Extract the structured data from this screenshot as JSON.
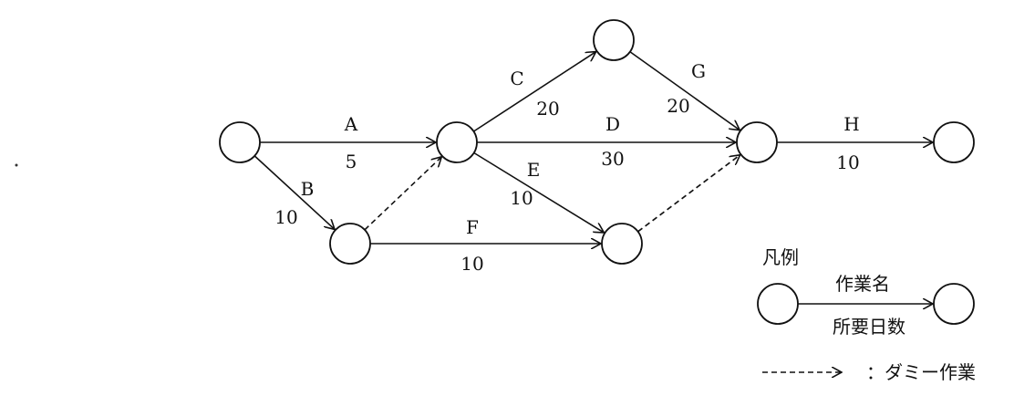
{
  "network": {
    "nodes": [
      {
        "id": "n1",
        "name": "start-node"
      },
      {
        "id": "n2",
        "name": "node-after-a"
      },
      {
        "id": "n3",
        "name": "node-after-b"
      },
      {
        "id": "n4",
        "name": "node-after-c"
      },
      {
        "id": "n5",
        "name": "node-merge"
      },
      {
        "id": "n6",
        "name": "node-after-ef"
      },
      {
        "id": "n7",
        "name": "end-node"
      }
    ],
    "activities": [
      {
        "id": "A",
        "name": "A",
        "days": "5",
        "from": "n1",
        "to": "n2"
      },
      {
        "id": "B",
        "name": "B",
        "days": "10",
        "from": "n1",
        "to": "n3"
      },
      {
        "id": "C",
        "name": "C",
        "days": "20",
        "from": "n2",
        "to": "n4"
      },
      {
        "id": "D",
        "name": "D",
        "days": "30",
        "from": "n2",
        "to": "n5"
      },
      {
        "id": "E",
        "name": "E",
        "days": "10",
        "from": "n2",
        "to": "n6"
      },
      {
        "id": "F",
        "name": "F",
        "days": "10",
        "from": "n3",
        "to": "n6"
      },
      {
        "id": "G",
        "name": "G",
        "days": "20",
        "from": "n4",
        "to": "n5"
      },
      {
        "id": "H",
        "name": "H",
        "days": "10",
        "from": "n5",
        "to": "n7"
      }
    ],
    "dummies": [
      {
        "from": "n3",
        "to": "n2"
      },
      {
        "from": "n6",
        "to": "n5"
      }
    ]
  },
  "legend": {
    "title": "凡例",
    "activity_name": "作業名",
    "duration": "所要日数",
    "dummy_marker": "--------->",
    "dummy_label": "：ダミー作業"
  }
}
